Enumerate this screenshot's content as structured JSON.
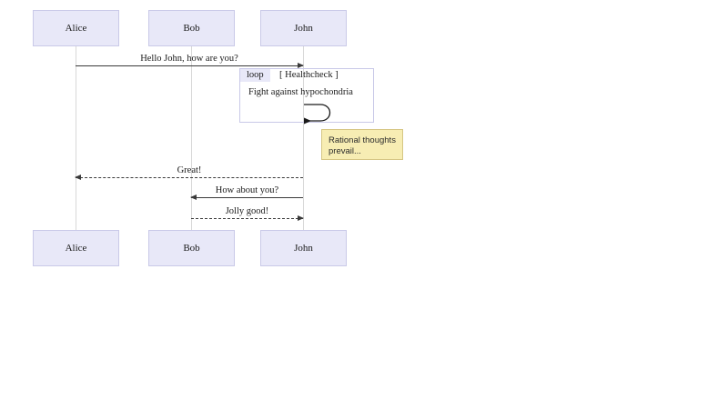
{
  "diagram": {
    "type": "sequence-diagram",
    "background": "#ffffff",
    "colors": {
      "participant_fill": "#e8e8f8",
      "participant_border": "#c9c9e8",
      "lifeline": "#d8d8d8",
      "message_line": "#3a3a3a",
      "note_fill": "#f7edb3",
      "note_border": "#d6c684"
    },
    "participants": [
      {
        "id": "alice",
        "name": "Alice"
      },
      {
        "id": "bob",
        "name": "Bob"
      },
      {
        "id": "john",
        "name": "John"
      }
    ],
    "participants_bottom": [
      {
        "id": "alice",
        "name": "Alice"
      },
      {
        "id": "bob",
        "name": "Bob"
      },
      {
        "id": "john",
        "name": "John"
      }
    ],
    "messages": [
      {
        "id": "m1",
        "label": "Hello John, how are you?",
        "from": "alice",
        "to": "john",
        "style": "solid",
        "direction": "right"
      },
      {
        "id": "m2",
        "label": "Great!",
        "from": "john",
        "to": "alice",
        "style": "dashed",
        "direction": "left"
      },
      {
        "id": "m3",
        "label": "How about you?",
        "from": "john",
        "to": "bob",
        "style": "solid",
        "direction": "left"
      },
      {
        "id": "m4",
        "label": "Jolly good!",
        "from": "bob",
        "to": "john",
        "style": "dashed",
        "direction": "right"
      }
    ],
    "fragment": {
      "operator": "loop",
      "guard": "[ Healthcheck ]",
      "self_message": "Fight against hypochondria"
    },
    "note": {
      "text": "Rational thoughts prevail...",
      "line1": "Rational thoughts",
      "line2": "prevail..."
    }
  }
}
